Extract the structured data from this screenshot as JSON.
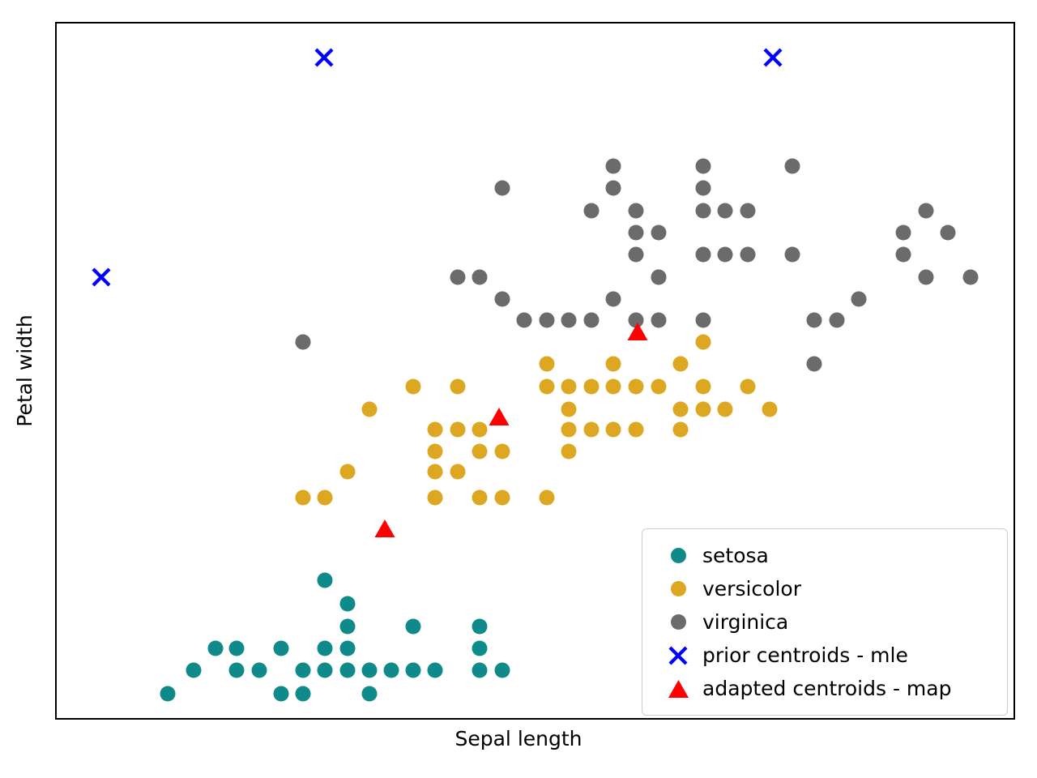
{
  "chart_data": {
    "type": "scatter",
    "title": "",
    "xlabel": "Sepal length",
    "ylabel": "Petal width",
    "xlim": [
      4.0,
      8.2
    ],
    "ylim": [
      -0.25,
      3.2
    ],
    "grid": false,
    "ticks": {
      "x": [],
      "y": []
    },
    "legend_position": "lower-right",
    "colors": {
      "setosa": "#0f8a8a",
      "versicolor": "#dda722",
      "virginica": "#6b6b6b",
      "prior_centroids": "#0000ff",
      "adapted_centroids": "#ff0000",
      "axes_border": "#000000",
      "legend_border": "#cccccc",
      "background": "#ffffff"
    },
    "series": [
      {
        "name": "setosa",
        "marker": "circle",
        "color": "#0f8a8a",
        "points": [
          [
            205,
            854
          ],
          [
            237,
            825
          ],
          [
            264,
            798
          ],
          [
            290,
            798
          ],
          [
            290,
            825
          ],
          [
            318,
            825
          ],
          [
            345,
            798
          ],
          [
            345,
            854
          ],
          [
            372,
            825
          ],
          [
            372,
            854
          ],
          [
            399,
            714
          ],
          [
            399,
            798
          ],
          [
            399,
            825
          ],
          [
            427,
            743
          ],
          [
            427,
            771
          ],
          [
            427,
            798
          ],
          [
            427,
            825
          ],
          [
            454,
            825
          ],
          [
            454,
            854
          ],
          [
            481,
            825
          ],
          [
            508,
            771
          ],
          [
            508,
            825
          ],
          [
            535,
            825
          ],
          [
            590,
            771
          ],
          [
            590,
            798
          ],
          [
            590,
            825
          ],
          [
            618,
            825
          ]
        ]
      },
      {
        "name": "versicolor",
        "marker": "circle",
        "color": "#dda722",
        "points": [
          [
            372,
            612
          ],
          [
            399,
            612
          ],
          [
            427,
            580
          ],
          [
            454,
            503
          ],
          [
            508,
            475
          ],
          [
            535,
            528
          ],
          [
            535,
            555
          ],
          [
            535,
            580
          ],
          [
            535,
            612
          ],
          [
            563,
            475
          ],
          [
            563,
            528
          ],
          [
            563,
            580
          ],
          [
            590,
            528
          ],
          [
            590,
            555
          ],
          [
            590,
            612
          ],
          [
            618,
            555
          ],
          [
            618,
            612
          ],
          [
            673,
            447
          ],
          [
            673,
            475
          ],
          [
            673,
            612
          ],
          [
            700,
            475
          ],
          [
            700,
            503
          ],
          [
            700,
            528
          ],
          [
            700,
            555
          ],
          [
            728,
            475
          ],
          [
            728,
            528
          ],
          [
            755,
            447
          ],
          [
            755,
            475
          ],
          [
            755,
            528
          ],
          [
            783,
            475
          ],
          [
            783,
            528
          ],
          [
            811,
            340
          ],
          [
            811,
            475
          ],
          [
            838,
            447
          ],
          [
            838,
            503
          ],
          [
            838,
            528
          ],
          [
            866,
            420
          ],
          [
            866,
            475
          ],
          [
            866,
            503
          ],
          [
            893,
            503
          ],
          [
            921,
            475
          ],
          [
            948,
            503
          ]
        ]
      },
      {
        "name": "virginica",
        "marker": "circle",
        "color": "#6b6b6b",
        "points": [
          [
            372,
            420
          ],
          [
            563,
            340
          ],
          [
            590,
            340
          ],
          [
            618,
            230
          ],
          [
            618,
            367
          ],
          [
            645,
            393
          ],
          [
            673,
            393
          ],
          [
            700,
            393
          ],
          [
            728,
            258
          ],
          [
            728,
            393
          ],
          [
            755,
            203
          ],
          [
            755,
            230
          ],
          [
            755,
            367
          ],
          [
            783,
            258
          ],
          [
            783,
            285
          ],
          [
            783,
            312
          ],
          [
            783,
            393
          ],
          [
            811,
            285
          ],
          [
            811,
            340
          ],
          [
            811,
            393
          ],
          [
            866,
            203
          ],
          [
            866,
            230
          ],
          [
            866,
            258
          ],
          [
            866,
            312
          ],
          [
            866,
            393
          ],
          [
            893,
            258
          ],
          [
            893,
            312
          ],
          [
            921,
            258
          ],
          [
            921,
            312
          ],
          [
            976,
            203
          ],
          [
            976,
            312
          ],
          [
            1003,
            393
          ],
          [
            1003,
            447
          ],
          [
            1031,
            393
          ],
          [
            1058,
            367
          ],
          [
            1113,
            285
          ],
          [
            1113,
            312
          ],
          [
            1141,
            258
          ],
          [
            1141,
            340
          ],
          [
            1168,
            285
          ],
          [
            1196,
            340
          ]
        ]
      },
      {
        "name": "prior centroids - mle",
        "marker": "x",
        "color": "#0000ff",
        "points": [
          [
            398,
            69
          ],
          [
            952,
            69
          ],
          [
            123,
            340
          ]
        ]
      },
      {
        "name": "adapted centroids - map",
        "marker": "triangle",
        "color": "#ff0000",
        "points": [
          [
            473,
            650
          ],
          [
            614,
            512
          ],
          [
            785,
            407
          ]
        ]
      }
    ]
  },
  "axes": {
    "xlabel": "Sepal length",
    "ylabel": "Petal width"
  },
  "legend": {
    "entries": [
      {
        "label": "setosa",
        "glyph": "circle-icon",
        "color": "#0f8a8a"
      },
      {
        "label": "versicolor",
        "glyph": "circle-icon",
        "color": "#dda722"
      },
      {
        "label": "virginica",
        "glyph": "circle-icon",
        "color": "#6b6b6b"
      },
      {
        "label": "prior centroids - mle",
        "glyph": "x-cross-icon",
        "color": "#0000ff"
      },
      {
        "label": "adapted centroids - map",
        "glyph": "triangle-up-icon",
        "color": "#ff0000"
      }
    ]
  }
}
